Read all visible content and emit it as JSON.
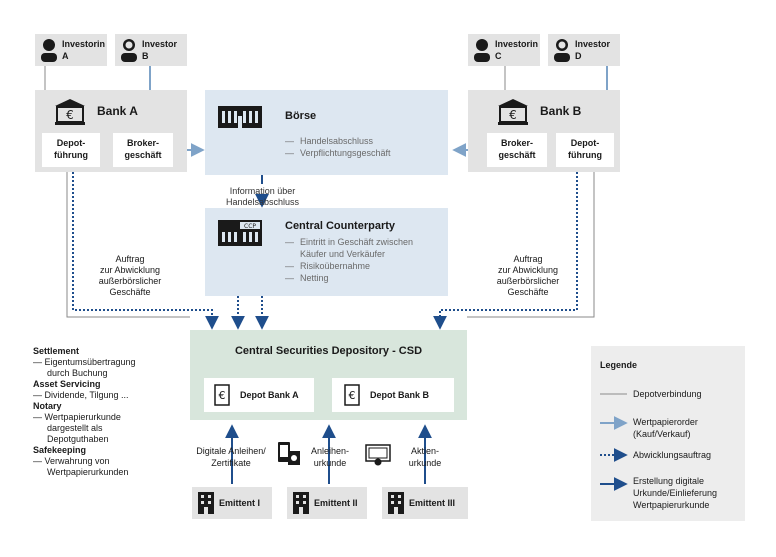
{
  "investors": {
    "a": {
      "name": "Investorin",
      "letter": "A"
    },
    "b": {
      "name": "Investor",
      "letter": "B"
    },
    "c": {
      "name": "Investorin",
      "letter": "C"
    },
    "d": {
      "name": "Investor",
      "letter": "D"
    }
  },
  "bank_a": {
    "title": "Bank A",
    "depot_l1": "Depot-",
    "depot_l2": "führung",
    "broker_l1": "Broker-",
    "broker_l2": "geschäft"
  },
  "bank_b": {
    "title": "Bank B",
    "broker_l1": "Broker-",
    "broker_l2": "geschäft",
    "depot_l1": "Depot-",
    "depot_l2": "führung"
  },
  "boerse": {
    "title": "Börse",
    "items": [
      "Handelsabschluss",
      "Verpflichtungsgeschäft"
    ]
  },
  "info_label": "Information über Handelsabschluss",
  "ccp": {
    "title": "Central Counterparty",
    "icon_text": "CCP",
    "items": [
      "Eintritt in Geschäft zwischen",
      "Käufer und Verkäufer",
      "Risikoübernahme",
      "Netting"
    ]
  },
  "auftrag_left": [
    "Auftrag",
    "zur Abwicklung",
    "außerbörslicher",
    "Geschäfte"
  ],
  "auftrag_right": [
    "Auftrag",
    "zur Abwicklung",
    "außerbörslicher",
    "Geschäfte"
  ],
  "csd": {
    "title": "Central Securities Depository - CSD",
    "depot_a": "Depot Bank A",
    "depot_b": "Depot Bank B"
  },
  "functions": [
    {
      "title": "Settlement",
      "lines": [
        "— Eigentumsübertragung",
        "durch Buchung"
      ]
    },
    {
      "title": "Asset Servicing",
      "lines": [
        "— Dividende, Tilgung ..."
      ]
    },
    {
      "title": "Notary",
      "lines": [
        "— Wertpapierurkunde",
        "dargestellt als",
        "Depotguthaben"
      ]
    },
    {
      "title": "Safekeeping",
      "lines": [
        "— Verwahrung von",
        "Wertpapierurkunden"
      ]
    }
  ],
  "issuance": {
    "left": [
      "Digitale Anleihen/",
      "Zertifikate"
    ],
    "mid": [
      "Anleihen-",
      "urkunde"
    ],
    "right": [
      "Aktien-",
      "urkunde"
    ]
  },
  "emittents": [
    "Emittent I",
    "Emittent II",
    "Emittent III"
  ],
  "legend": {
    "title": "Legende",
    "items": [
      {
        "lines": [
          "Depotverbindung"
        ]
      },
      {
        "lines": [
          "Wertpapierorder",
          "(Kauf/Verkauf)"
        ]
      },
      {
        "lines": [
          "Abwicklungsauftrag"
        ]
      },
      {
        "lines": [
          "Erstellung digitale",
          "Urkunde/Einlieferung",
          "Wertpapierurkunde"
        ]
      }
    ]
  },
  "colors": {
    "grey": "#e3e3e3",
    "blue_box": "#dde7f1",
    "green_box": "#d8e6dc",
    "light_arrow": "#7fa3c8",
    "dark_arrow": "#1f4e8c"
  }
}
